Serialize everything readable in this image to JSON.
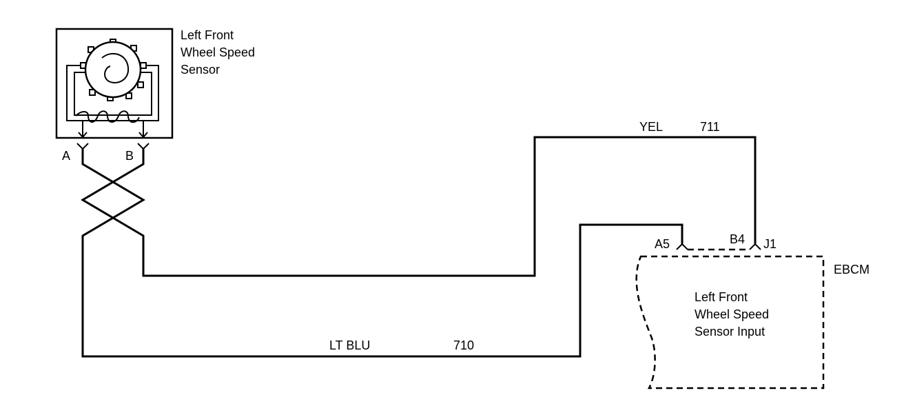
{
  "sensor": {
    "label_lines": [
      "Left Front",
      "Wheel Speed",
      "Sensor"
    ],
    "terminal_a": "A",
    "terminal_b": "B"
  },
  "wires": {
    "yel": {
      "color": "YEL",
      "circuit": "711"
    },
    "ltblu": {
      "color": "LT BLU",
      "circuit": "710"
    }
  },
  "ebcm": {
    "name": "EBCM",
    "connector": "J1",
    "pin_a": "A5",
    "pin_b": "B4",
    "input_lines": [
      "Left Front",
      "Wheel Speed",
      "Sensor Input"
    ]
  }
}
